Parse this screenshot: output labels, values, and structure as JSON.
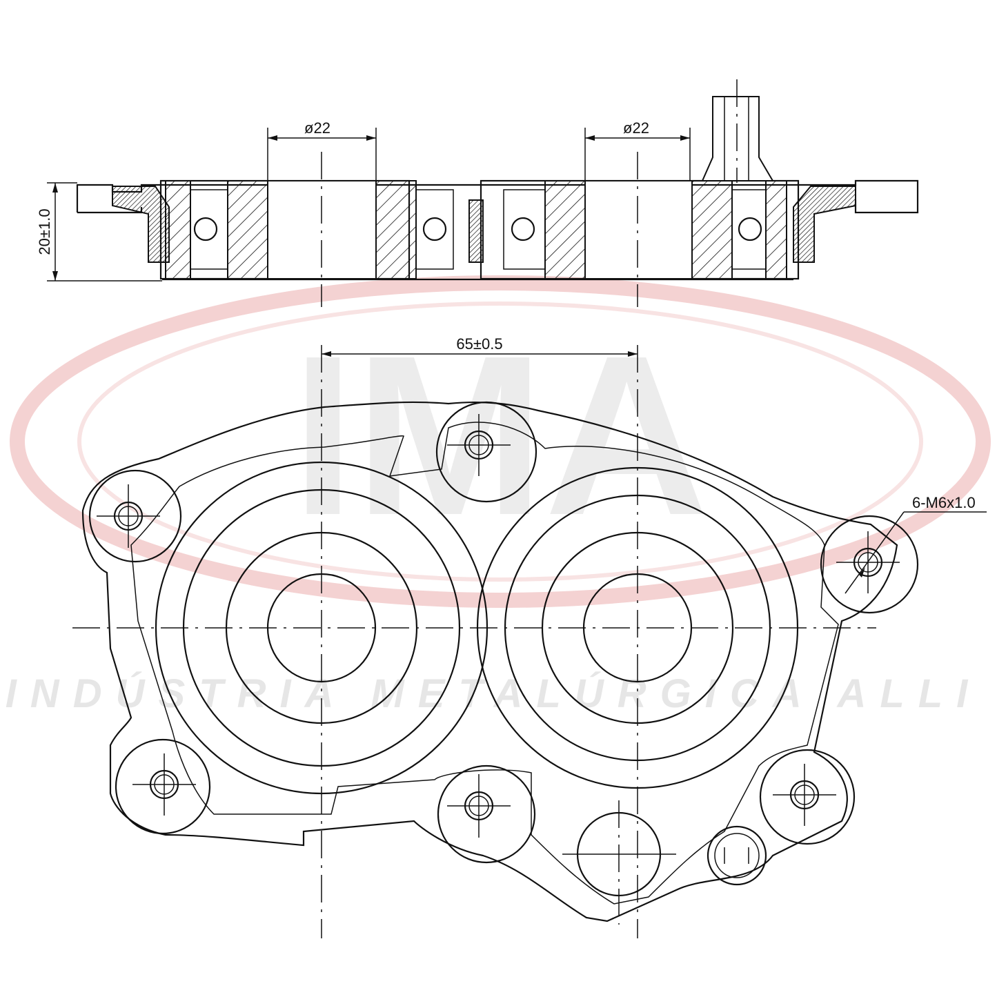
{
  "watermark": {
    "logo_text": "IMA",
    "company_name": "INDÚSTRIA METALÚRGICA ALLI",
    "ring_color": "#f4d2d2"
  },
  "side_view": {
    "bore_left_label": "ø22",
    "bore_right_label": "ø22",
    "height_label": "20±1.0"
  },
  "front_view": {
    "center_distance_label": "65±0.5",
    "thread_label": "6-M6x1.0"
  },
  "colors": {
    "line": "#111111",
    "hatch": "#111111",
    "background": "#ffffff"
  }
}
